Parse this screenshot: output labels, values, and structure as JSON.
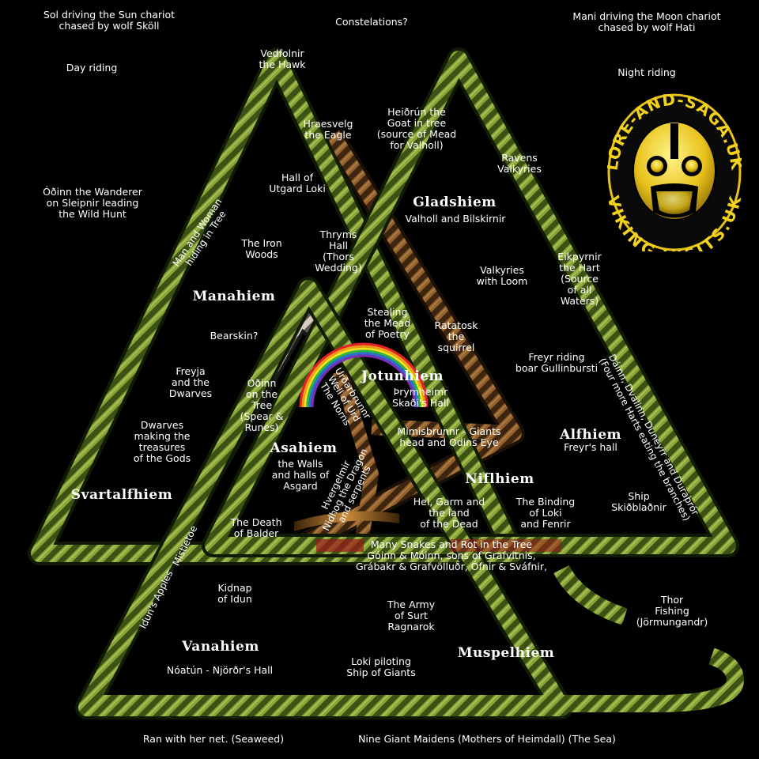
{
  "corners": {
    "sol": "Sol driving the Sun chariot\nchased by wolf Sköll",
    "constellations": "Constelations?",
    "mani": "Mani driving the Moon chariot\nchased by wolf Hati",
    "day_riding": "Day riding",
    "night_riding": "Night riding"
  },
  "realms": {
    "manahiem": "Manahiem",
    "gladshiem": "Gladshiem",
    "jotunhiem": "Jotunhiem",
    "asahiem": "Asahiem",
    "alfhiem": "Alfhiem",
    "niflhiem": "Niflhiem",
    "svartalfhiem": "Svartalfhiem",
    "vanahiem": "Vanahiem",
    "muspelhiem": "Muspelhiem"
  },
  "labels": {
    "vedfolnir": "Vedfolnir\nthe Hawk",
    "hraesvelg": "Hraesvelg\nthe Eagle",
    "heidrun": "Heiðrún the\nGoat in tree\n(source of Mead\nfor Valholl)",
    "ravens": "Ravens\nValkyries",
    "odinn_wanderer": "Óðinn the Wanderer\non Sleipnir leading\nthe Wild Hunt",
    "hall_utgard": "Hall of\nUtgard Loki",
    "valholl": "Valholl and Bilskirnir",
    "iron_woods": "The Iron\nWoods",
    "thryms_hall": "Thryms\nHall\n(Thors\nWedding)",
    "valkyries_loom": "Valkyries\nwith Loom",
    "eikpyrnir": "Eikpyrnir\nthe Hart\n(Source\nof all\nWaters)",
    "stealing_mead": "Stealing\nthe Mead\nof Poetry",
    "ratatosk": "Ratatosk\nthe\nsquirrel",
    "bearskin": "Bearskin?",
    "freyja_dwarves": "Freyja\nand the\nDwarves",
    "odinn_tree": "Óðinn\non the\nTree\n(Spear &\nRunes)",
    "freyr_riding": "Freyr riding\nboar Gullinbursti",
    "thrymheimr": "Þrymheimr\nSkaði's Hall",
    "dwarves_treasures": "Dwarves\nmaking the\ntreasures\nof the Gods",
    "mimisbrunnr": "Mimisbrunnr - Giants\nhead and Odins Eye",
    "freyrs_hall": "Freyr's hall",
    "walls_asgard": "the Walls\nand halls of\nAsgard",
    "ship": "Ship\nSkiðblaðnir",
    "hel_garm": "Hel, Garm and\nthe land\nof the Dead",
    "binding_loki": "The Binding\nof Loki\nand Fenrir",
    "death_balder": "The Death\nof Balder",
    "snakes": "Many Snakes and Rot in the Tree\nGóinn & Móinn, sons of Grafvitnis,\nGrábakr & Grafvölluðr, Ófnir & Sváfnir,",
    "kidnap_idun": "Kidnap\nof Idun",
    "army_surt": "The  Army\nof Surt\nRagnarok",
    "thor_fishing": "Thor\nFishing\n(Jörmungandr)",
    "noatun": "Nóatún - Njörðr's Hall",
    "loki_ship": "Loki piloting\nShip of Giants",
    "ran": "Ran with her net. (Seaweed)",
    "nine_maidens": "Nine Giant Maidens (Mothers of Heimdall) (The Sea)"
  },
  "rotated": {
    "man_woman": "Man and Woman\nhiding in Tree",
    "urdarbrunnr": "Urðarbrunnr\nWell of Urd\nThe Norns",
    "hvergelmir": "Hvergelmir\nNidhog the Dragon\nand serpents",
    "mistletoe": "Mistletoe",
    "iduns_apples": "Idun's Apples",
    "stags": "Dáinn, Dvalinn, Duneyrr and Duraþrór\n(Four more Harts eating the branches)"
  },
  "logo": {
    "top_text": "LORE-AND-SAGA.UK",
    "bottom_text": "VIKING-VISITS.UK"
  },
  "colors": {
    "green_knot": "#6f8a2a",
    "brown_knot": "#7a4f22",
    "silver_knot": "#b8b0a2",
    "gold": "#f2d21b"
  }
}
